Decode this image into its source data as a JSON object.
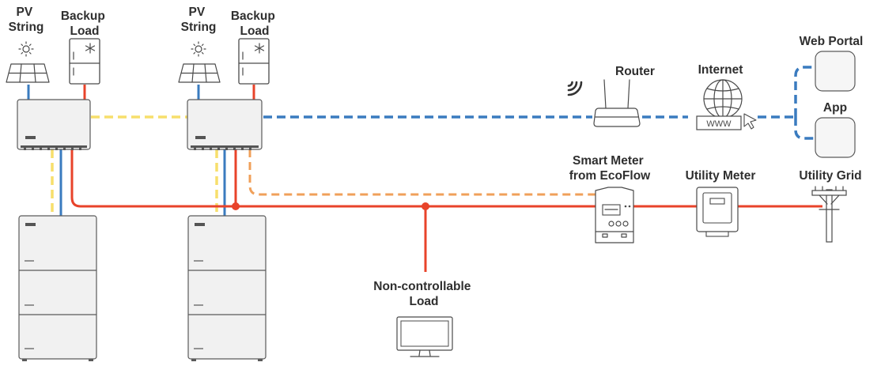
{
  "labels": {
    "pv_string_1": [
      "PV",
      "String"
    ],
    "backup_load_1": [
      "Backup",
      "Load"
    ],
    "pv_string_2": [
      "PV",
      "String"
    ],
    "backup_load_2": [
      "Backup",
      "Load"
    ],
    "router": "Router",
    "internet": "Internet",
    "web_portal": "Web Portal",
    "app": "App",
    "smart_meter": [
      "Smart Meter",
      "from EcoFlow"
    ],
    "utility_meter": "Utility Meter",
    "utility_grid": "Utility Grid",
    "non_controllable_load": [
      "Non-controllable",
      "Load"
    ],
    "www": "WWW"
  },
  "icons": {
    "pv": "solar-panel-icon",
    "backup": "refrigerator-icon",
    "router": "router-icon",
    "wifi": "wifi-icon",
    "internet": "globe-icon",
    "web_portal": "web-portal-icon",
    "app": "app-icon",
    "smart_meter": "smart-meter-icon",
    "utility_meter": "utility-meter-icon",
    "utility_grid": "utility-pole-icon",
    "monitor": "monitor-icon"
  },
  "colors": {
    "ac": "#e8432a",
    "dc": "#3a7bbf",
    "comm_yellow": "#f7df6c",
    "comm_orange": "#f0a05a",
    "network": "#3a7bbf",
    "device_fill": "#f1f1f1",
    "device_stroke": "#5a5a5a",
    "text": "#2f2f2f"
  }
}
